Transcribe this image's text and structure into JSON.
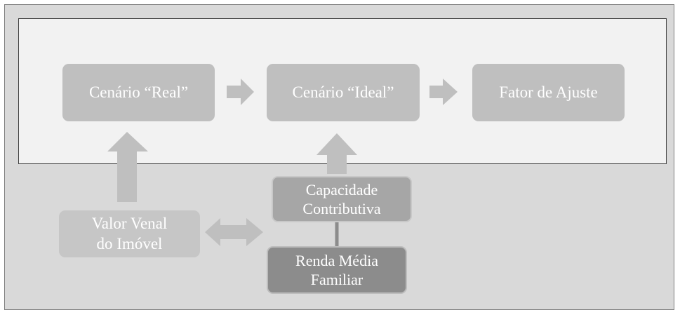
{
  "nodes": {
    "real": "Cenário “Real”",
    "ideal": "Cenário “Ideal”",
    "fator": "Fator de Ajuste",
    "valor": "Valor Venal\ndo Imóvel",
    "capacidade": "Capacidade\nContributiva",
    "renda": "Renda Média\nFamiliar"
  },
  "colors": {
    "arrow": "#bfbfbf",
    "connector": "#8c8c8c"
  }
}
